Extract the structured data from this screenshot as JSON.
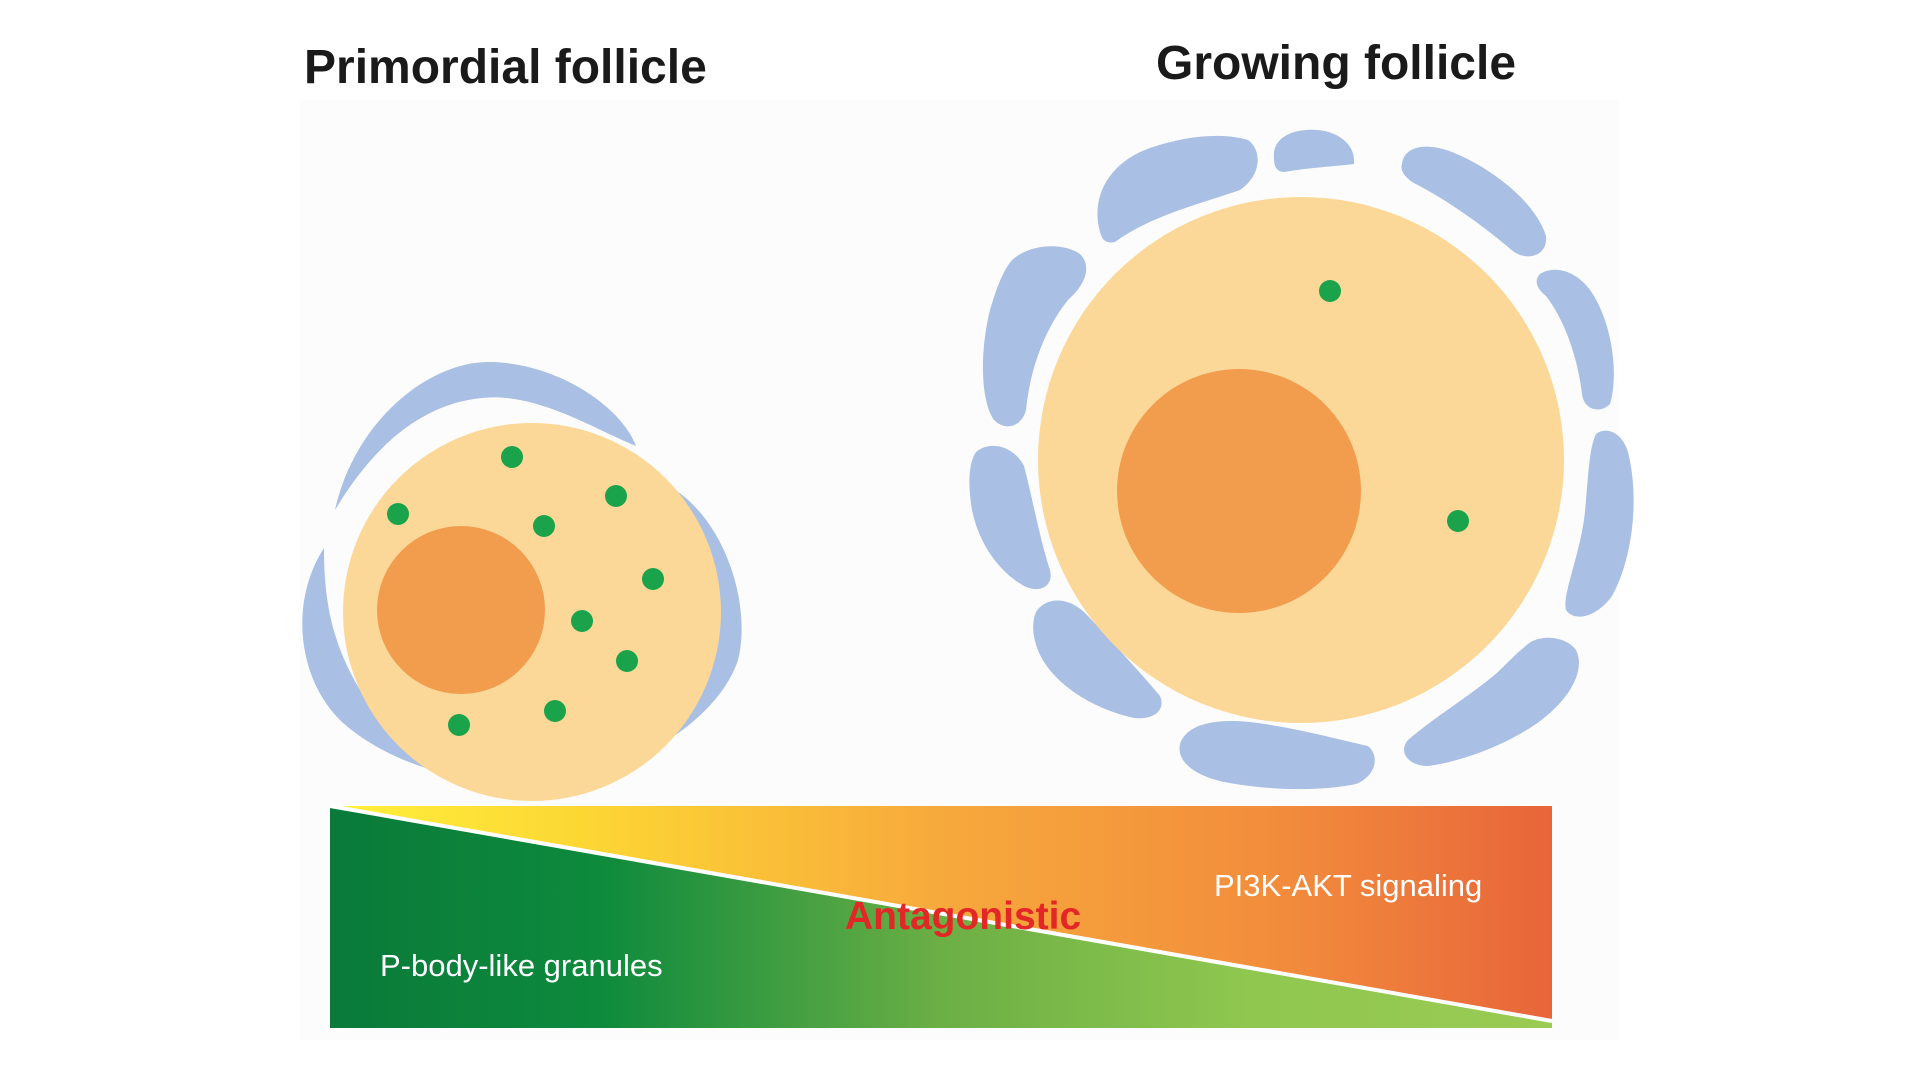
{
  "titles": {
    "left": "Primordial follicle",
    "right": "Growing follicle"
  },
  "bar": {
    "left_label": "P-body-like granules",
    "right_label": "PI3K-AKT signaling",
    "center_label": "Antagonistic"
  },
  "colors": {
    "granulosa": "#a9bfe3",
    "oocyte": "#fbd897",
    "nucleus": "#f29c4e",
    "granule": "#1aa34a",
    "green_dark": "#0a7a3a",
    "green_light": "#8fc74f",
    "yellow": "#fde22d",
    "orange": "#f39a3a",
    "red_orange": "#e8653a",
    "antagonistic_text": "#e32626",
    "label_text": "#ffffff"
  }
}
